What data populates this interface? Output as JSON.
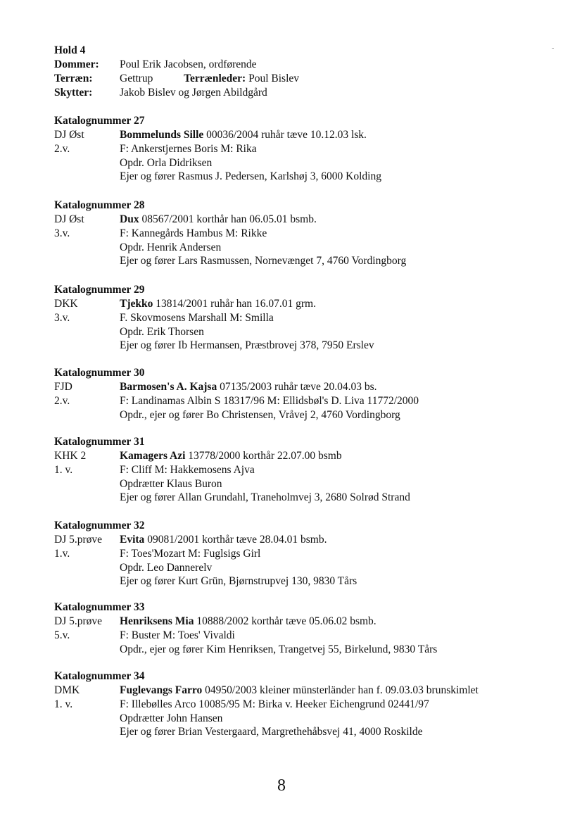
{
  "hold": {
    "title": "Hold 4",
    "dommer_label": "Dommer:",
    "dommer_value": "Poul Erik Jacobsen, ordførende",
    "terraen_label": "Terræn:",
    "terraen_value": "Gettrup",
    "terraenleder_label": "Terrænleder:",
    "terraenleder_value": "Poul Bislev",
    "skytter_label": "Skytter:",
    "skytter_value": "Jakob Bislev og Jørgen Abildgård"
  },
  "entries": [
    {
      "title": "Katalognummer 27",
      "club": "DJ Øst",
      "placement": "2.v.",
      "dog_name": "Bommelunds Sille",
      "dog_details": "00036/2004 ruhår tæve 10.12.03 lsk.",
      "lines": [
        "F: Ankerstjernes Boris  M: Rika",
        "Opdr. Orla Didriksen",
        "Ejer og fører Rasmus J. Pedersen, Karlshøj 3, 6000 Kolding"
      ]
    },
    {
      "title": "Katalognummer 28",
      "club": "DJ Øst",
      "placement": "3.v.",
      "dog_name": "Dux",
      "dog_details": "08567/2001 korthår han 06.05.01 bsmb.",
      "lines": [
        "F: Kannegårds Hambus  M: Rikke",
        "Opdr. Henrik Andersen",
        "Ejer og fører Lars Rasmussen, Nornevænget 7, 4760 Vordingborg"
      ]
    },
    {
      "title": "Katalognummer 29",
      "club": "DKK",
      "placement": "3.v.",
      "dog_name": "Tjekko",
      "dog_details": "13814/2001 ruhår han 16.07.01 grm.",
      "lines": [
        "F. Skovmosens Marshall  M: Smilla",
        "Opdr. Erik Thorsen",
        "Ejer og fører Ib Hermansen, Præstbrovej 378, 7950 Erslev"
      ]
    },
    {
      "title": "Katalognummer 30",
      "club": "FJD",
      "placement": "2.v.",
      "dog_name": "Barmosen's A. Kajsa",
      "dog_details": "07135/2003 ruhår tæve 20.04.03 bs.",
      "lines": [
        "F: Landinamas Albin S 18317/96  M: Ellidsbøl's D. Liva 11772/2000",
        "Opdr., ejer og fører Bo Christensen, Vråvej 2, 4760 Vordingborg"
      ]
    },
    {
      "title": "Katalognummer 31",
      "club": "KHK 2",
      "placement": "1. v.",
      "dog_name": "Kamagers Azi",
      "dog_details": "13778/2000 korthår 22.07.00 bsmb",
      "lines": [
        "F: Cliff  M: Hakkemosens Ajva",
        "Opdrætter Klaus Buron",
        "Ejer og fører Allan Grundahl, Traneholmvej 3, 2680 Solrød Strand"
      ]
    },
    {
      "title": "Katalognummer 32",
      "club": "DJ 5.prøve",
      "placement": "1.v.",
      "dog_name": "Evita",
      "dog_details": "09081/2001 korthår tæve 28.04.01 bsmb.",
      "lines": [
        "F: Toes'Mozart  M: Fuglsigs Girl",
        "Opdr. Leo Dannerelv",
        "Ejer og fører Kurt Grün, Bjørnstrupvej 130, 9830 Tårs"
      ]
    },
    {
      "title": "Katalognummer 33",
      "club": "DJ 5.prøve",
      "placement": "5.v.",
      "dog_name": "Henriksens Mia",
      "dog_details": "10888/2002 korthår tæve 05.06.02 bsmb.",
      "lines": [
        "F: Buster  M: Toes' Vivaldi",
        "Opdr., ejer og fører Kim Henriksen, Trangetvej 55, Birkelund, 9830 Tårs"
      ]
    },
    {
      "title": "Katalognummer 34",
      "club": "DMK",
      "placement": "1. v.",
      "dog_name": "Fuglevangs Farro",
      "dog_details": "04950/2003 kleiner münsterländer han f. 09.03.03 brunskimlet",
      "lines": [
        "F: Illebølles Arco 10085/95  M: Birka v. Heeker Eichengrund 02441/97",
        "Opdrætter John Hansen",
        "Ejer og fører Brian Vestergaard, Margrethehåbsvej 41, 4000 Roskilde"
      ]
    }
  ],
  "page_number": "8",
  "corner_mark": "-"
}
